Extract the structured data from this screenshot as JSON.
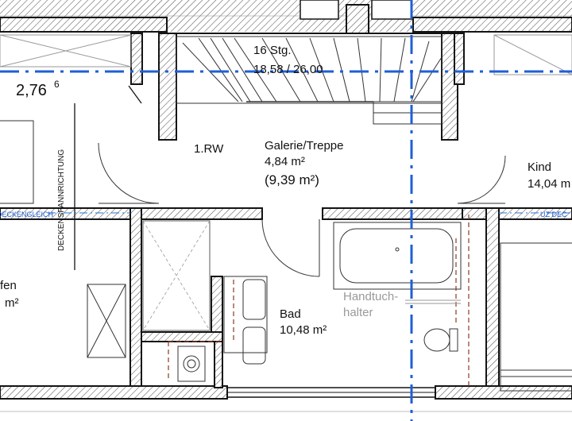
{
  "stair": {
    "steps": "16 Stg.",
    "ratio": "18,58 / 26,00"
  },
  "dimension": {
    "base": "2,76",
    "sup": "6"
  },
  "labels": {
    "rw": "1.RW",
    "slab_direction": "DECKENSPANNRICHTUNG",
    "towel_rail_1": "Handtuch-",
    "towel_rail_2": "halter"
  },
  "rooms": {
    "gallery": {
      "name": "Galerie/Treppe",
      "area": "4,84 m²",
      "area_alt": "(9,39 m²)"
    },
    "bath": {
      "name": "Bad",
      "area": "10,48 m²"
    },
    "kind": {
      "name": "Kind",
      "area": "14,04 m"
    },
    "left": {
      "name": "fen",
      "area": "m²"
    }
  },
  "line_labels": {
    "left": "DECKENGLEICH",
    "right": "UZ DEC"
  },
  "colors": {
    "wall": "#141414",
    "hatch": "#666666",
    "axis": "#1f5fd6",
    "pipe": "#8b3a1a",
    "annotation": "#9a9a9a"
  }
}
